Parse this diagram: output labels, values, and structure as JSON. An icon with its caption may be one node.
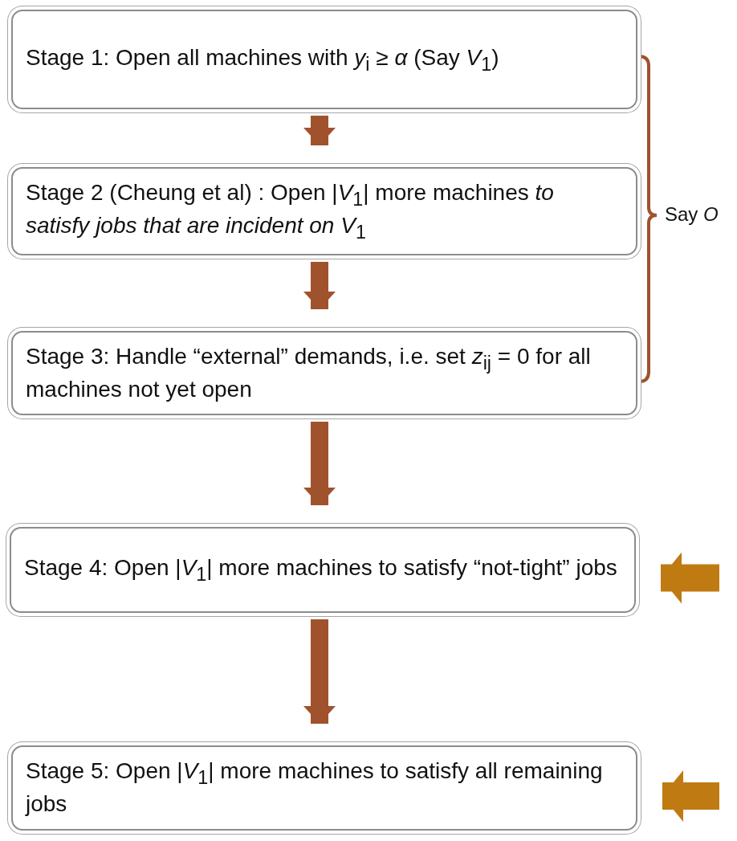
{
  "diagram": {
    "nodes": [
      {
        "text": [
          "Stage 1: Open all machines with *y*$_{i}$ ≥ *α*   (Say *V*$_{1}$)"
        ]
      },
      {
        "text": [
          "Stage 2 (Cheung et al) : Open |*V*$_{1}$| more machines *to satisfy jobs that are incident on V*$_{1}$"
        ]
      },
      {
        "text": [
          "Stage 3: Handle “external” demands, i.e. set *z*$_{ij}$ = 0 for all machines not yet open"
        ]
      },
      {
        "text": [
          "Stage 4: Open |*V*$_{1}$| more machines to satisfy “not-tight” jobs"
        ]
      },
      {
        "text": [
          "Stage 5: Open |*V*$_{1}$| more machines to satisfy all remaining jobs"
        ]
      }
    ],
    "edges": [
      {
        "from": 0,
        "to": 1,
        "arrow": "to"
      },
      {
        "from": 1,
        "to": 2,
        "arrow": "to"
      },
      {
        "from": 2,
        "to": 3,
        "arrow": "to"
      },
      {
        "from": 3,
        "to": 4,
        "arrow": "to"
      },
      {
        "from": null,
        "to": 3,
        "arrow": "to",
        "color": "#c07a12"
      },
      {
        "from": null,
        "to": 4,
        "arrow": "to",
        "color": "#c07a12"
      }
    ],
    "labels": [
      "Say *O*"
    ]
  }
}
